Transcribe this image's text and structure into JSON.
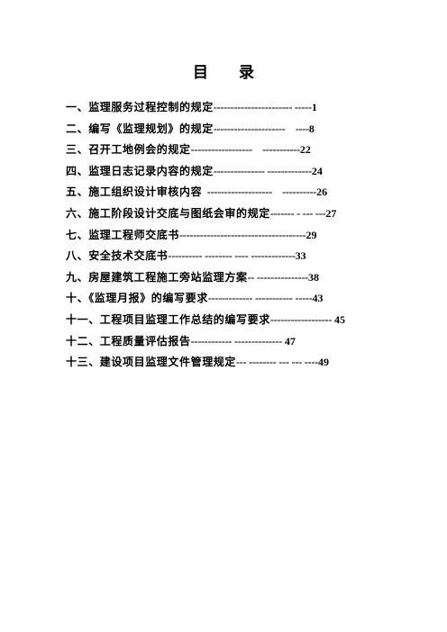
{
  "document": {
    "title": "目　　录",
    "entries": [
      {
        "label": "一、监理服务过程控制的规定",
        "leader": "----------------------- -----",
        "page": "1"
      },
      {
        "label": "二、编写《监理规划》的规定",
        "leader": "---------------------    ----",
        "page": "8"
      },
      {
        "label": "三、召开工地例会的规定",
        "leader": "------------------    -----------",
        "page": "22"
      },
      {
        "label": "四、监理日志记录内容的规定",
        "leader": "--------------- -------------",
        "page": "24"
      },
      {
        "label": "五、施工组织设计审核内容",
        "leader": "  -------------------    ----------",
        "page": "26"
      },
      {
        "label": "六、施工阶段设计交底与图纸会审的规定",
        "leader": "------- - --- ---",
        "page": "27"
      },
      {
        "label": "七、监理工程师交底书",
        "leader": "-------------------------------------",
        "page": "29"
      },
      {
        "label": "八、安全技术交底书",
        "leader": "---------- -------- ---- -------------",
        "page": "33"
      },
      {
        "label": "九、房屋建筑工程施工旁站监理方案",
        "leader": "-- ---------------",
        "page": "38"
      },
      {
        "label": "十、《监理月报》的编写要求",
        "leader": "------------- ----------- -----",
        "page": "43"
      },
      {
        "label": "十一、工程项目监理工作总结的编写要求",
        "leader": "------------------ ",
        "page": "45"
      },
      {
        "label": "十二、工程质量评估报告",
        "leader": "------------ -------------- ",
        "page": "47"
      },
      {
        "label": "十三、建设项目监理文件管理规定",
        "leader": "--- -------- --- --- ----",
        "page": "49"
      }
    ]
  }
}
